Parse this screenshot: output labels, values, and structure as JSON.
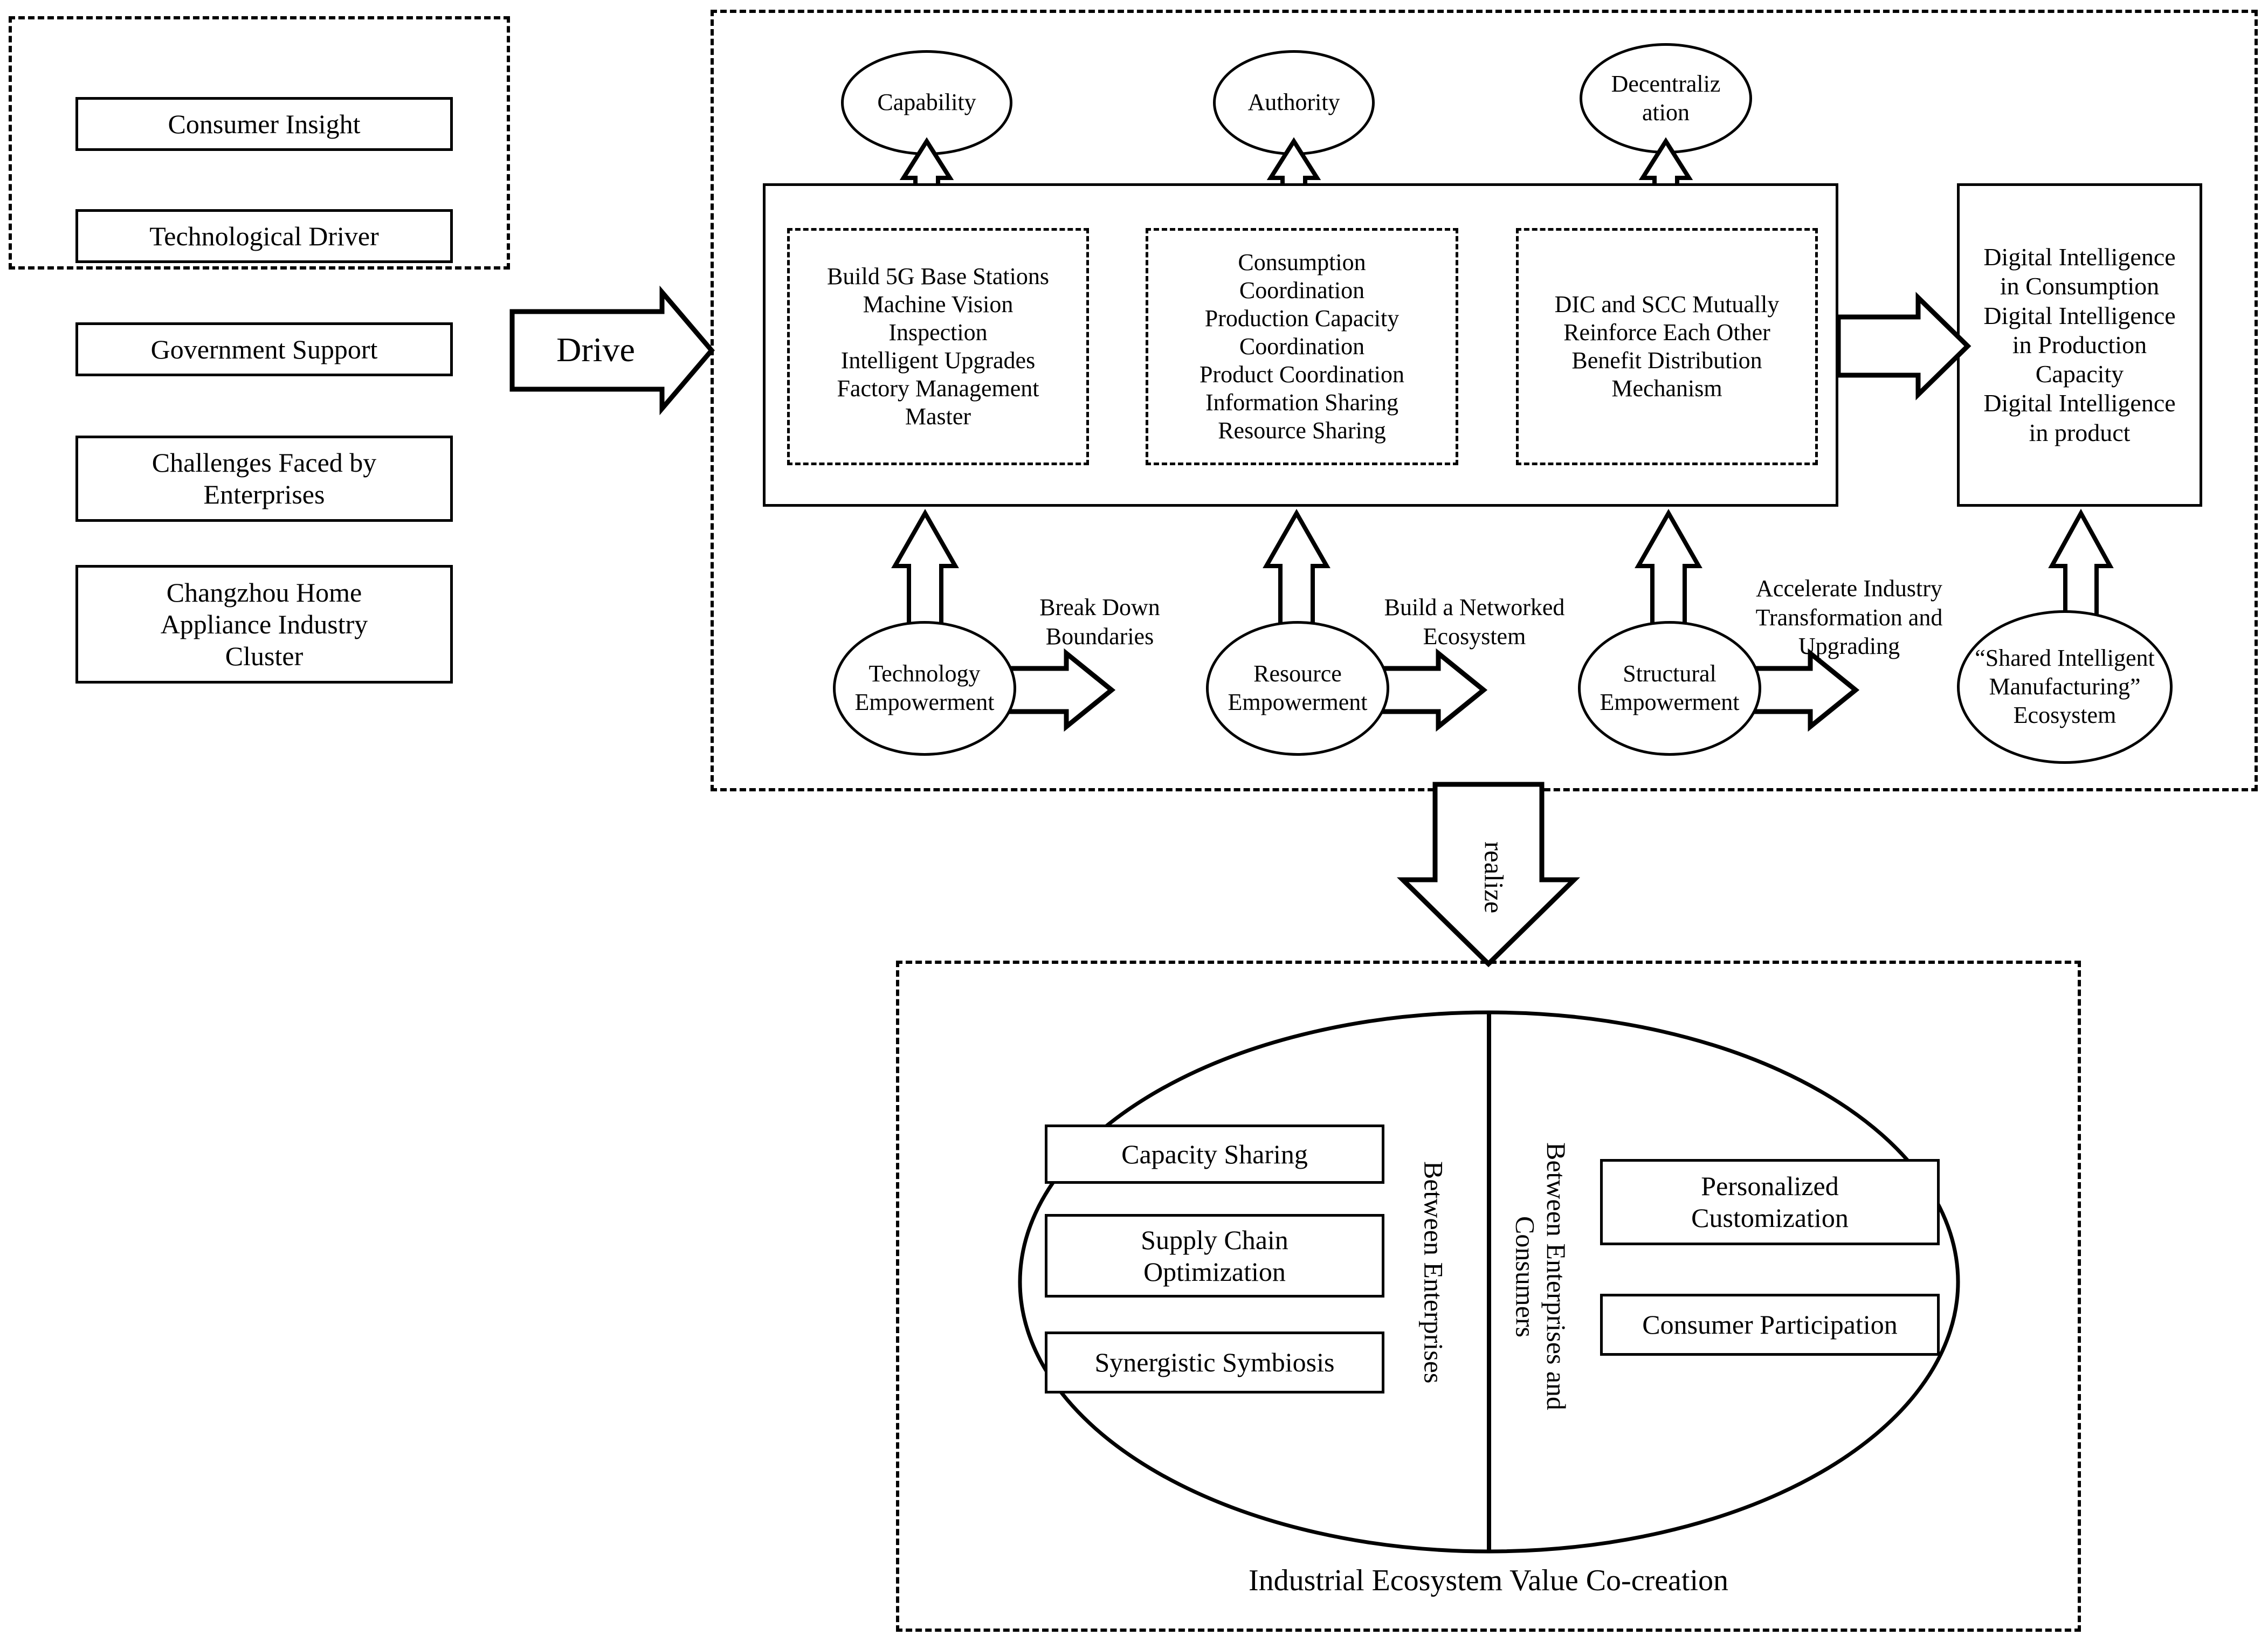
{
  "diagram": {
    "drivers_panel": {
      "items": [
        {
          "label": "Consumer Insight"
        },
        {
          "label": "Technological Driver"
        },
        {
          "label": "Government Support"
        },
        {
          "label": "Challenges Faced by\nEnterprises"
        },
        {
          "label": "Changzhou Home\nAppliance Industry\nCluster"
        }
      ]
    },
    "drive_arrow": {
      "label": "Drive"
    },
    "outcome_ellipses": [
      {
        "label": "Capability"
      },
      {
        "label": "Authority"
      },
      {
        "label": "Decentraliz\nation"
      }
    ],
    "mechanism_box": {
      "panels": [
        {
          "name": "technology-panel",
          "lines": [
            "Build 5G Base Stations",
            "Machine Vision",
            "Inspection",
            "Intelligent Upgrades",
            "Factory Management",
            "Master"
          ]
        },
        {
          "name": "resource-panel",
          "lines": [
            "Consumption",
            "Coordination",
            "Production Capacity",
            "Coordination",
            "Product Coordination",
            "Information Sharing",
            "Resource Sharing"
          ]
        },
        {
          "name": "structural-panel",
          "lines": [
            "DIC and SCC Mutually",
            "Reinforce Each Other",
            "Benefit Distribution",
            "Mechanism"
          ]
        }
      ]
    },
    "result_box": {
      "lines": [
        "Digital Intelligence",
        "in Consumption",
        "Digital Intelligence",
        "in Production",
        "Capacity",
        "Digital Intelligence",
        "in product"
      ]
    },
    "empowerment_chain": {
      "nodes": [
        {
          "label": "Technology\nEmpowerment"
        },
        {
          "label": "Resource\nEmpowerment"
        },
        {
          "label": "Structural\nEmpowerment"
        },
        {
          "label": "“Shared Intelligent\nManufacturing”\nEcosystem"
        }
      ],
      "link_labels": [
        {
          "label": "Break Down\nBoundaries"
        },
        {
          "label": "Build a Networked\nEcosystem"
        },
        {
          "label": "Accelerate Industry\nTransformation and\nUpgrading"
        }
      ]
    },
    "realize_arrow": {
      "label": "realize"
    },
    "value_cocreation": {
      "caption": "Industrial Ecosystem Value Co-creation",
      "left_axis_label": "Between Enterprises",
      "right_axis_label": "Between Enterprises and\nConsumers",
      "left_items": [
        {
          "label": "Capacity Sharing"
        },
        {
          "label": "Supply Chain\nOptimization"
        },
        {
          "label": "Synergistic Symbiosis"
        }
      ],
      "right_items": [
        {
          "label": "Personalized\nCustomization"
        },
        {
          "label": "Consumer Participation"
        }
      ]
    }
  },
  "colors": {
    "stroke": "#000000",
    "background": "#ffffff"
  }
}
